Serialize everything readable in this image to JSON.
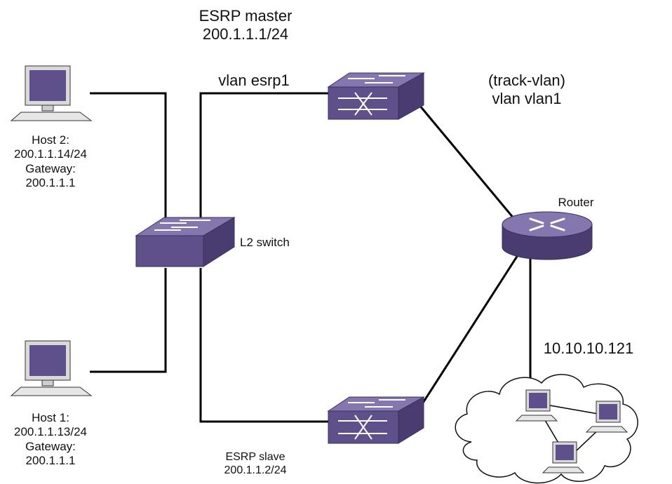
{
  "master": {
    "title": "ESRP master",
    "ip": "200.1.1.1/24",
    "vlan": "vlan esrp1"
  },
  "track": {
    "line1": "(track-vlan)",
    "line2": "vlan vlan1"
  },
  "host2": {
    "name": "Host 2:",
    "ip": "200.1.1.14/24",
    "gateway_label": "Gateway:",
    "gateway": "200.1.1.1"
  },
  "host1": {
    "name": "Host 1:",
    "ip": "200.1.1.13/24",
    "gateway_label": "Gateway:",
    "gateway": "200.1.1.1"
  },
  "l2switch": {
    "label": "L2 switch"
  },
  "router": {
    "label": "Router"
  },
  "network": {
    "ip": "10.10.10.121"
  },
  "slave": {
    "title": "ESRP slave",
    "ip": "200.1.1.2/24"
  },
  "colors": {
    "device_fill": "#5f4f8a",
    "device_top": "#7a6aa6",
    "device_dark": "#4a3c70",
    "screen": "#5f4f8a",
    "line": "#000000"
  }
}
